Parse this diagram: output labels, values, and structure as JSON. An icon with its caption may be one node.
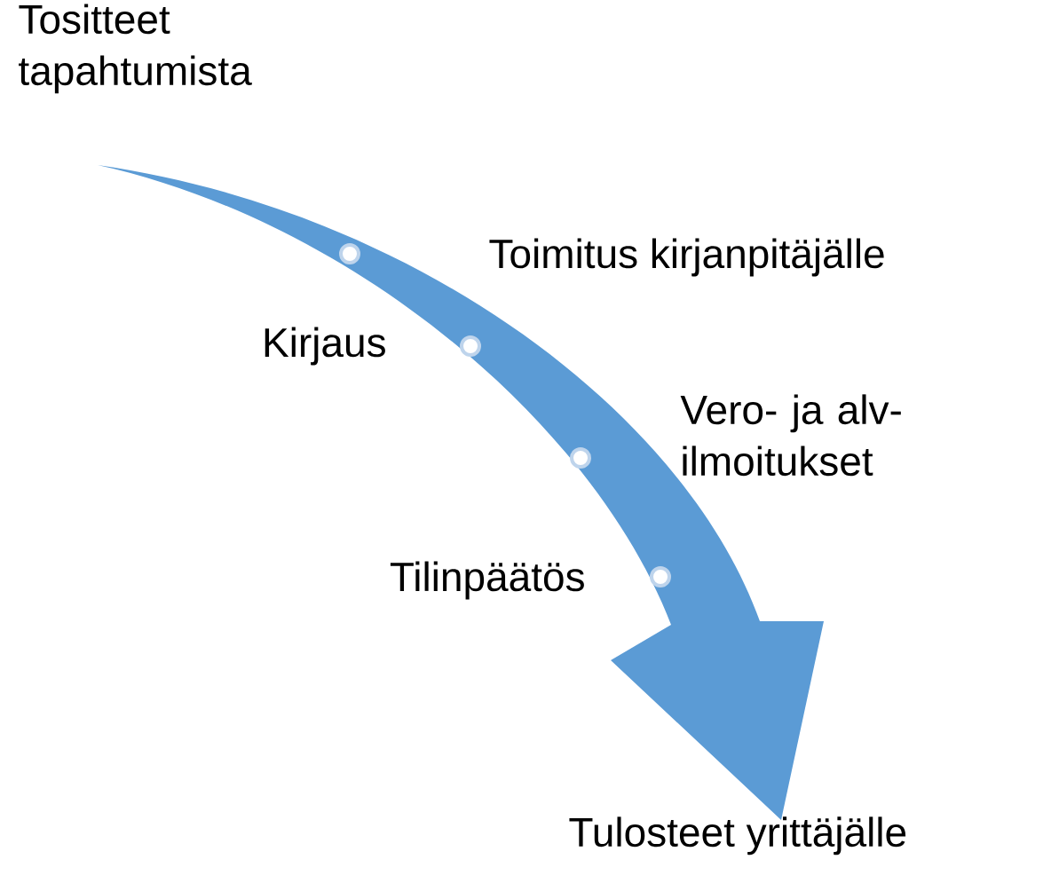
{
  "diagram": {
    "nodes": [
      {
        "text": [],
        "shape": "circle"
      },
      {
        "text": [],
        "shape": "circle"
      },
      {
        "text": [],
        "shape": "circle"
      },
      {
        "text": [],
        "shape": "circle"
      }
    ],
    "labels": [
      "Tositteet tapahtumista",
      "Toimitus kirjanpitäjälle",
      "Kirjaus",
      "Vero- ja alv-ilmoitukset",
      "Tilinpäätös",
      "Tulosteet yrittäjälle"
    ]
  }
}
